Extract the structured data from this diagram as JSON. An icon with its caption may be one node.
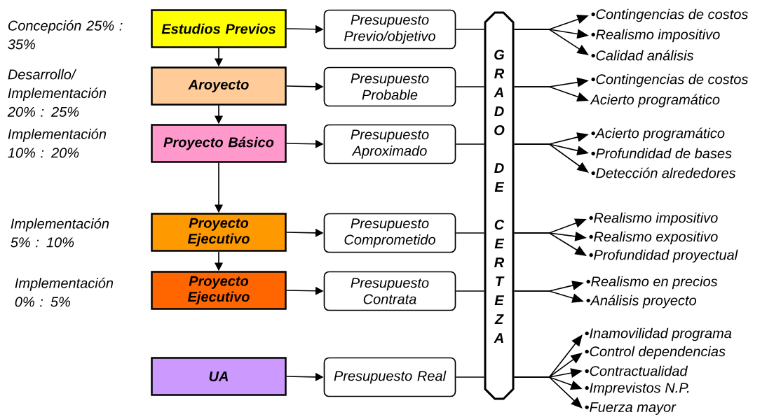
{
  "diagram": {
    "nodes": [
      {
        "text": [
          "Estudios Previos"
        ],
        "beside": [
          "Concepción 25% : 35%"
        ]
      },
      {
        "text": [
          "Aroyecto"
        ],
        "beside": [
          "Desarrollo/ Implementación 20% : 25%"
        ]
      },
      {
        "text": [
          "Proyecto Básico"
        ],
        "beside": [
          "Implementación 10% : 20%"
        ]
      },
      {
        "text": [
          "Proyecto Ejecutivo"
        ],
        "beside": [
          "Implementación 5% : 10%"
        ]
      },
      {
        "text": [
          "Proyecto Ejecutivo"
        ],
        "beside": [
          "Implementación 0% : 5%"
        ]
      },
      {
        "text": [
          "UA"
        ]
      },
      {
        "text": [
          "Presupuesto Previo/objetivo"
        ]
      },
      {
        "text": [
          "Presupuesto Probable"
        ]
      },
      {
        "text": [
          "Presupuesto Aproximado"
        ]
      },
      {
        "text": [
          "Presupuesto Comprometido"
        ]
      },
      {
        "text": [
          "Presupuesto Contrata"
        ]
      },
      {
        "text": [
          "Presupuesto Real"
        ]
      },
      {
        "text": [
          "GRADO DE CERTEZA"
        ]
      },
      {
        "text": [
          "•Contingencias de costos"
        ]
      },
      {
        "text": [
          "•Realismo impositivo"
        ]
      },
      {
        "text": [
          "•Calidad análisis"
        ]
      },
      {
        "text": [
          "•Contingencias de costos"
        ]
      },
      {
        "text": [
          "Acierto programático"
        ]
      },
      {
        "text": [
          "•Acierto programático"
        ]
      },
      {
        "text": [
          "•Profundidad de bases"
        ]
      },
      {
        "text": [
          "•Detección alrededores"
        ]
      },
      {
        "text": [
          "•Realismo impositivo"
        ]
      },
      {
        "text": [
          "•Realismo expositivo"
        ]
      },
      {
        "text": [
          "•Profundidad proyectual"
        ]
      },
      {
        "text": [
          "•Realismo en precios"
        ]
      },
      {
        "text": [
          "•Análisis proyecto"
        ]
      },
      {
        "text": [
          "•Inamovilidad programa"
        ]
      },
      {
        "text": [
          "•Control dependencias"
        ]
      },
      {
        "text": [
          "•Contractualidad"
        ]
      },
      {
        "text": [
          "•Imprevistos N.P."
        ]
      },
      {
        "text": [
          "•Fuerza mayor"
        ]
      }
    ],
    "edges": [
      {
        "from": 0,
        "to": 6,
        "arrow": "to"
      },
      {
        "from": 1,
        "to": 7,
        "arrow": "to"
      },
      {
        "from": 2,
        "to": 8,
        "arrow": "to"
      },
      {
        "from": 3,
        "to": 9,
        "arrow": "to"
      },
      {
        "from": 4,
        "to": 10,
        "arrow": "to"
      },
      {
        "from": 5,
        "to": 11,
        "arrow": "to"
      },
      {
        "from": 0,
        "to": 1,
        "arrow": "to"
      },
      {
        "from": 1,
        "to": 2,
        "arrow": "to"
      },
      {
        "from": 2,
        "to": 3,
        "arrow": "to"
      },
      {
        "from": 3,
        "to": 4,
        "arrow": "to"
      },
      {
        "from": 6,
        "to": 12,
        "arrow": "none"
      },
      {
        "from": 7,
        "to": 12,
        "arrow": "none"
      },
      {
        "from": 8,
        "to": 12,
        "arrow": "none"
      },
      {
        "from": 9,
        "to": 12,
        "arrow": "none"
      },
      {
        "from": 10,
        "to": 12,
        "arrow": "none"
      },
      {
        "from": 11,
        "to": 12,
        "arrow": "none"
      },
      {
        "from": 12,
        "to": 13,
        "arrow": "to"
      },
      {
        "from": 12,
        "to": 14,
        "arrow": "to"
      },
      {
        "from": 12,
        "to": 15,
        "arrow": "to"
      },
      {
        "from": 12,
        "to": 16,
        "arrow": "to"
      },
      {
        "from": 12,
        "to": 17,
        "arrow": "to"
      },
      {
        "from": 12,
        "to": 18,
        "arrow": "to"
      },
      {
        "from": 12,
        "to": 19,
        "arrow": "to"
      },
      {
        "from": 12,
        "to": 20,
        "arrow": "to"
      },
      {
        "from": 12,
        "to": 21,
        "arrow": "to"
      },
      {
        "from": 12,
        "to": 22,
        "arrow": "to"
      },
      {
        "from": 12,
        "to": 23,
        "arrow": "to"
      },
      {
        "from": 12,
        "to": 24,
        "arrow": "to"
      },
      {
        "from": 12,
        "to": 25,
        "arrow": "to"
      },
      {
        "from": 12,
        "to": 26,
        "arrow": "to"
      },
      {
        "from": 12,
        "to": 27,
        "arrow": "to"
      },
      {
        "from": 12,
        "to": 28,
        "arrow": "to"
      },
      {
        "from": 12,
        "to": 29,
        "arrow": "to"
      },
      {
        "from": 12,
        "to": 30,
        "arrow": "to"
      }
    ]
  }
}
